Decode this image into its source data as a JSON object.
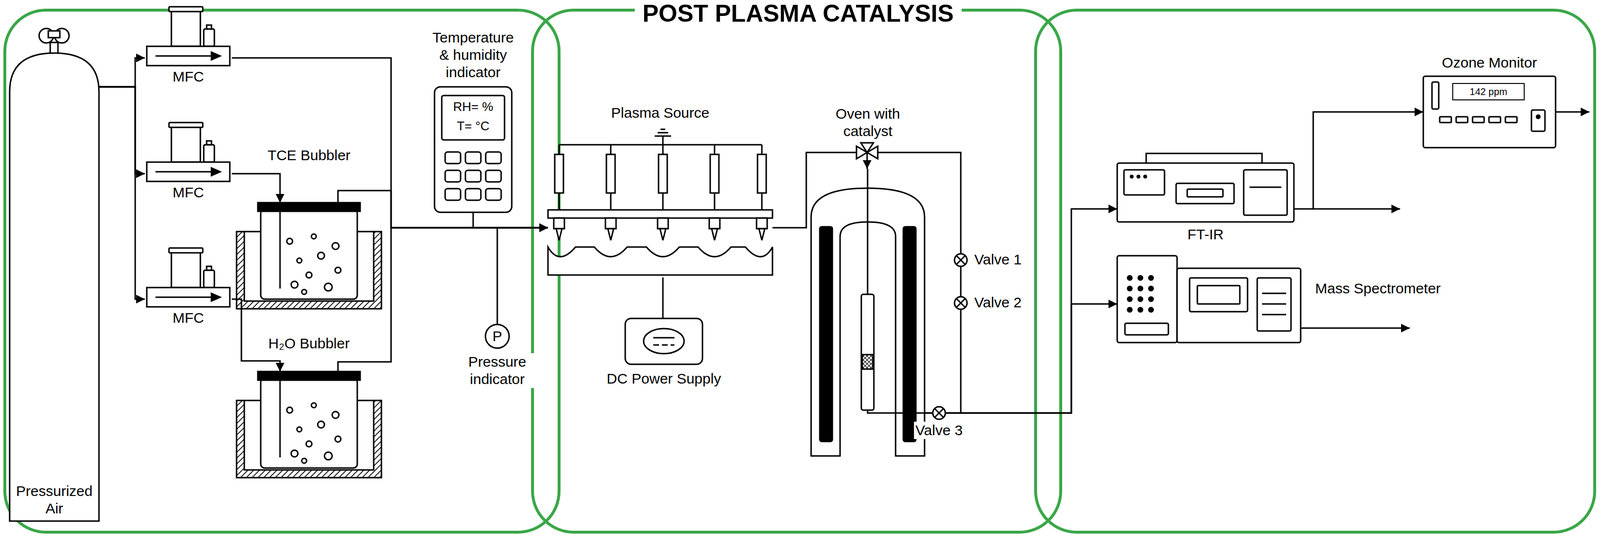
{
  "diagram": {
    "title": "POST PLASMA CATALYSIS",
    "nodes": [
      {
        "text": [
          "Pressurized Air"
        ]
      },
      {
        "text": [
          "MFC"
        ]
      },
      {
        "text": [
          "MFC"
        ]
      },
      {
        "text": [
          "MFC"
        ]
      },
      {
        "text": [
          "TCE Bubbler"
        ]
      },
      {
        "text": [
          "H₂O Bubbler"
        ]
      },
      {
        "text": [
          "Temperature & humidity indicator",
          "RH= %",
          "T= °C"
        ]
      },
      {
        "text": [
          "P",
          "Pressure indicator"
        ]
      },
      {
        "text": [
          "Plasma Source"
        ]
      },
      {
        "text": [
          "DC Power Supply"
        ]
      },
      {
        "text": [
          "Oven with catalyst"
        ]
      },
      {
        "text": [
          "FT-IR"
        ]
      },
      {
        "text": [
          "Mass Spectrometer"
        ]
      },
      {
        "text": [
          "Ozone Monitor",
          "142 ppm"
        ]
      }
    ],
    "edges": [
      {
        "from": 0,
        "to": 1,
        "arrow": "to"
      },
      {
        "from": 0,
        "to": 2,
        "arrow": "to"
      },
      {
        "from": 0,
        "to": 3,
        "arrow": "to"
      },
      {
        "from": 2,
        "to": 4,
        "arrow": "to"
      },
      {
        "from": 3,
        "to": 5,
        "arrow": "to"
      },
      {
        "from": 1,
        "to": 8,
        "arrow": "to"
      },
      {
        "from": 4,
        "to": 8,
        "arrow": "to"
      },
      {
        "from": 5,
        "to": 8,
        "arrow": "to"
      },
      {
        "from": 6,
        "to": 8,
        "arrow": "none"
      },
      {
        "from": 7,
        "to": 8,
        "arrow": "none"
      },
      {
        "from": 9,
        "to": 8,
        "arrow": "none"
      },
      {
        "from": 8,
        "to": 10,
        "arrow": "to"
      },
      {
        "from": 10,
        "to": 11,
        "arrow": "to"
      },
      {
        "from": 10,
        "to": 12,
        "arrow": "to"
      },
      {
        "from": 11,
        "to": 13,
        "arrow": "to"
      }
    ],
    "labels": [
      "Valve 1",
      "Valve 2",
      "Valve 3"
    ]
  }
}
